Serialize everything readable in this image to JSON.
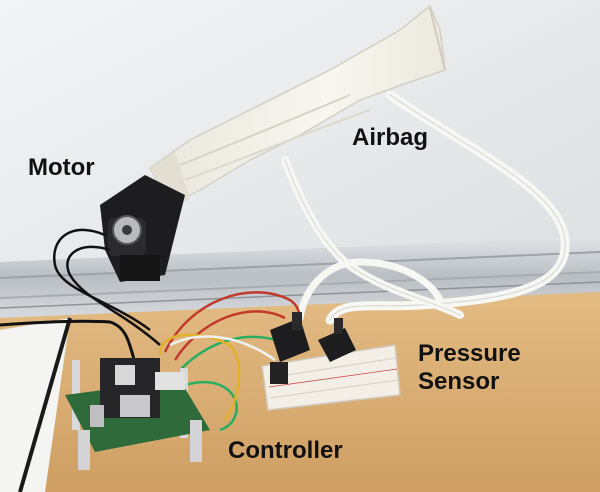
{
  "labels": {
    "motor": "Motor",
    "airbag": "Airbag",
    "pressure_sensor_line1": "Pressure",
    "pressure_sensor_line2": "Sensor",
    "controller": "Controller"
  },
  "colors": {
    "wall": "#e9ecee",
    "table": "#d9b07a",
    "rail": "#c7cbcf",
    "airbag": "#f3f1ea",
    "tubing": "#f7f7f4",
    "motor": "#1d1d1f",
    "breadboard": "#f3efe6",
    "pcb": "#2f6a3a",
    "wire_red": "#c0392b",
    "wire_green": "#27ae60",
    "wire_yellow": "#e1b12c",
    "wire_white": "#f1f1f1",
    "cable_black": "#111111"
  }
}
